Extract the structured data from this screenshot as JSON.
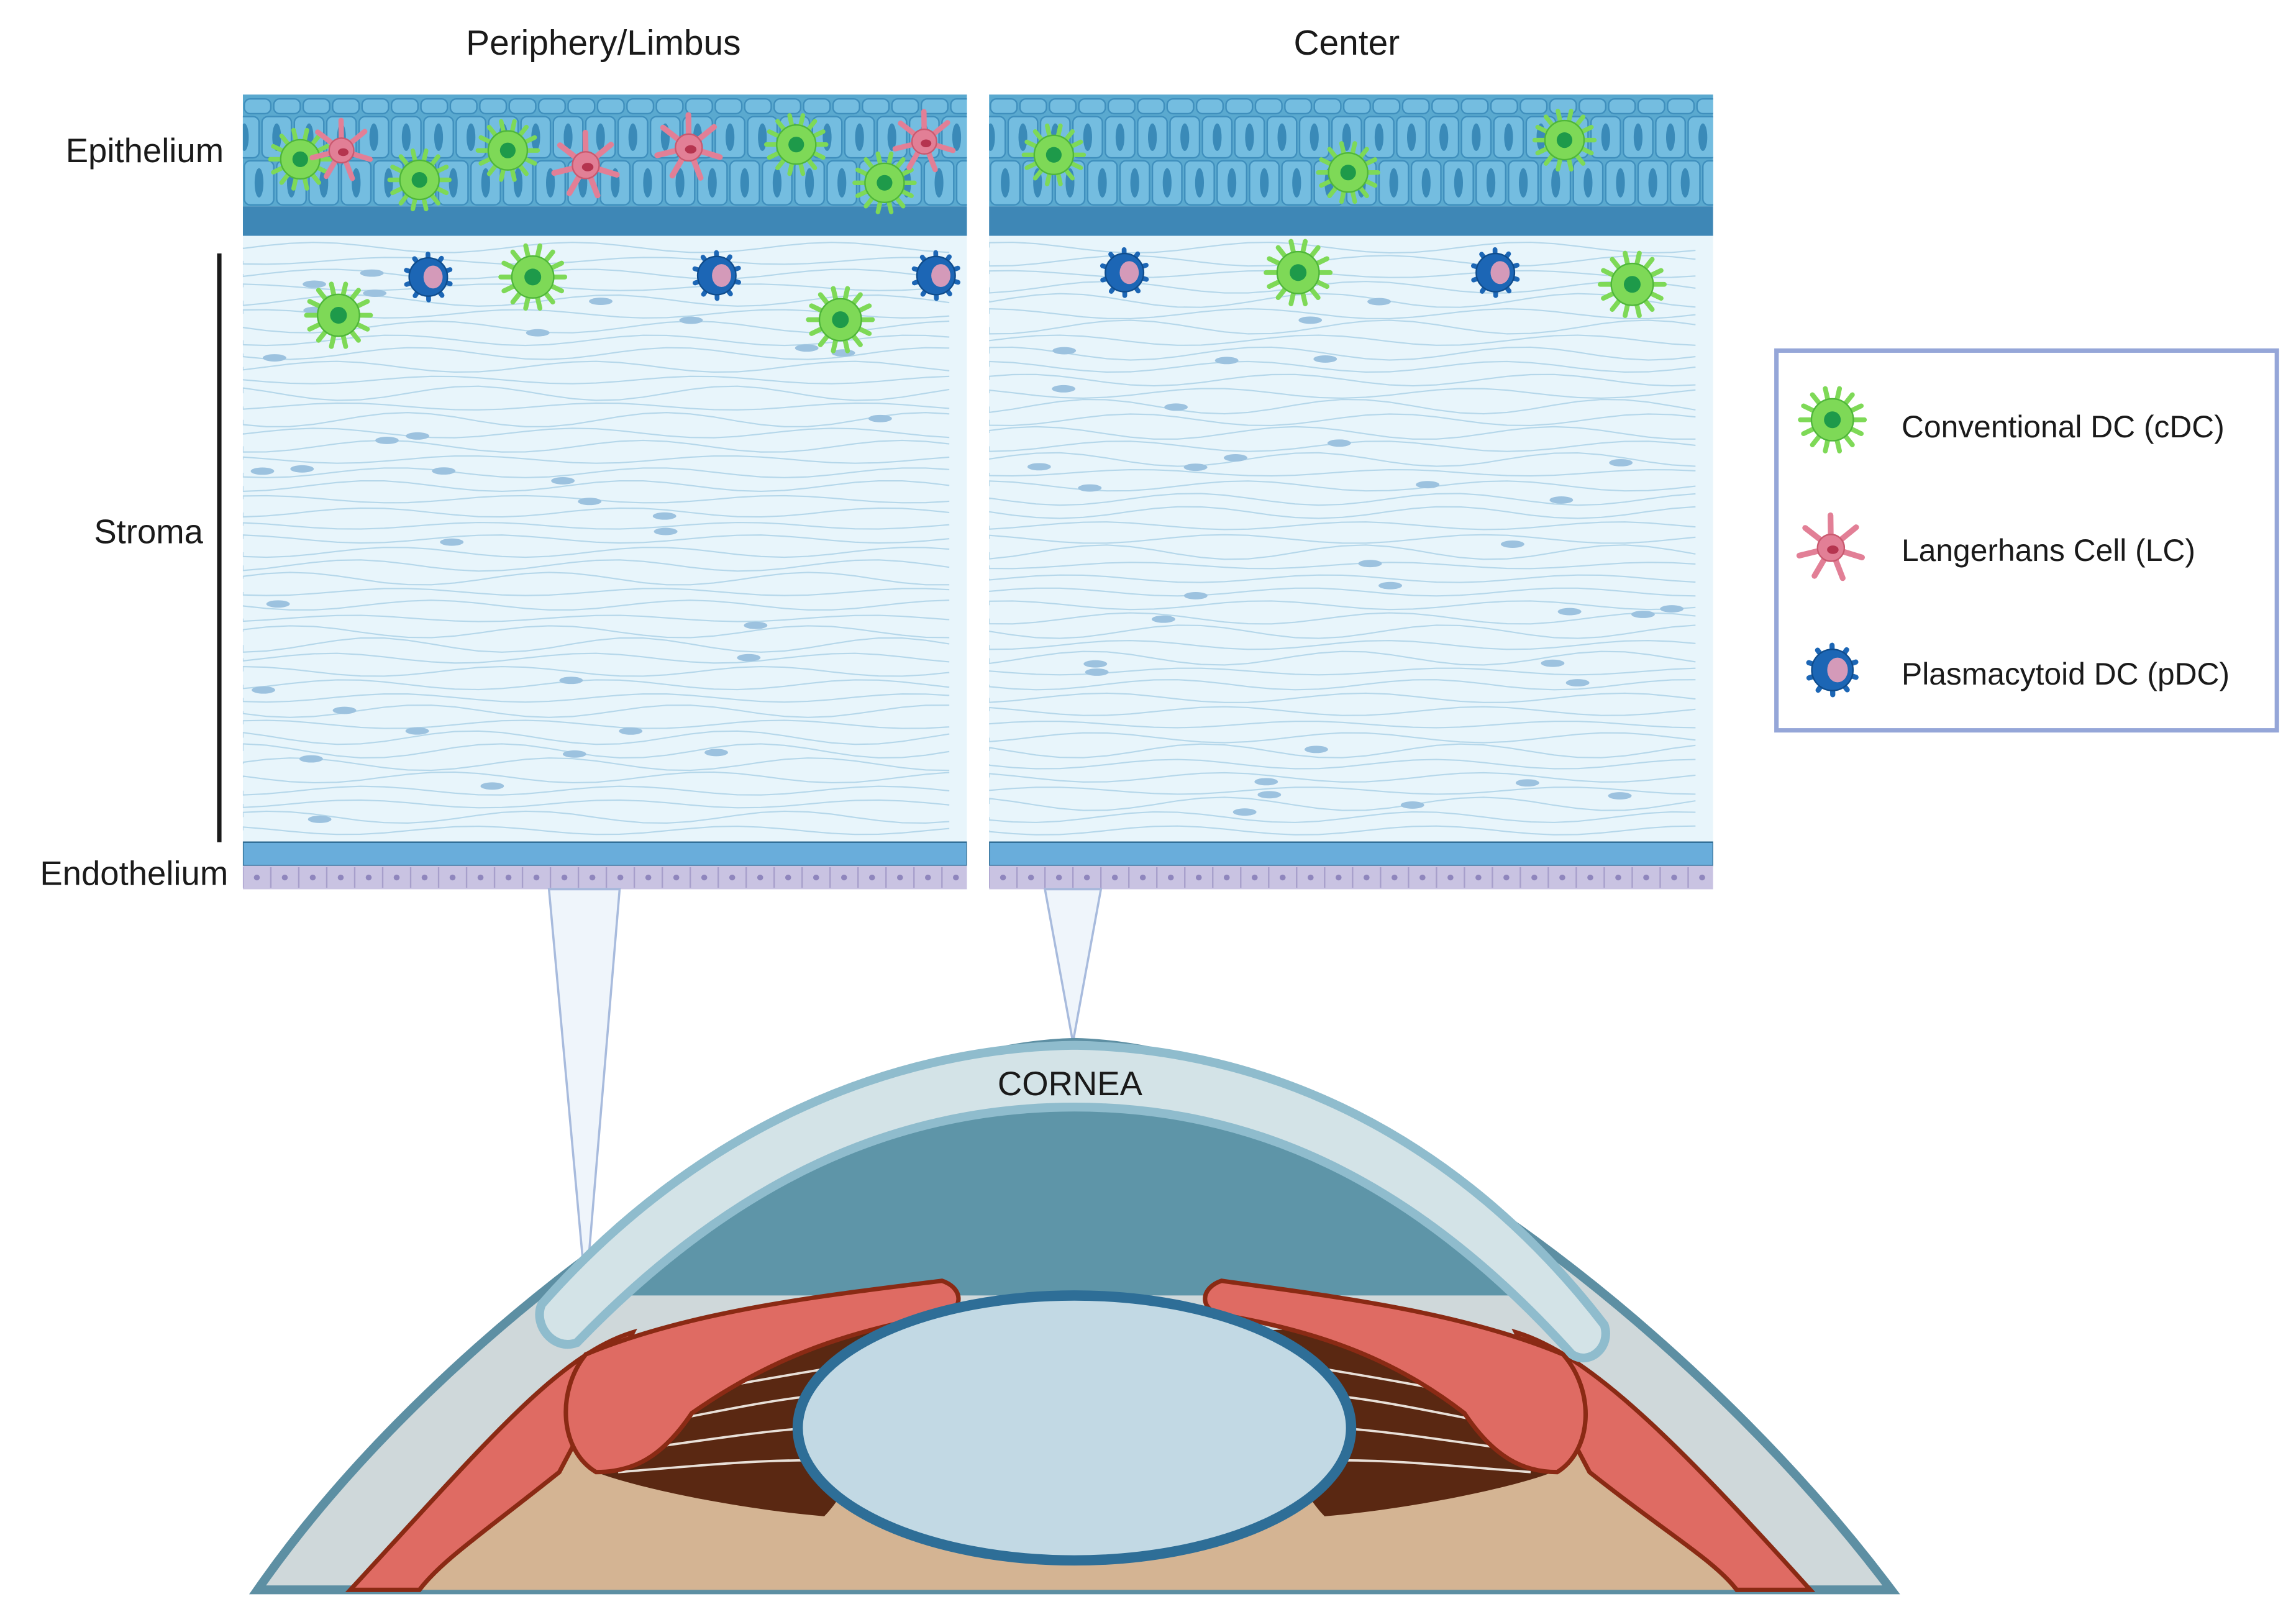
{
  "headers": {
    "left": "Periphery/Limbus",
    "right": "Center"
  },
  "layers": {
    "epithelium": "Epithelium",
    "stroma": "Stroma",
    "endothelium": "Endothelium"
  },
  "eye": {
    "cornea_label": "CORNEA"
  },
  "legend": {
    "items": [
      {
        "label": "Conventional DC (cDC)",
        "icon": "conventional-dc-icon"
      },
      {
        "label": "Langerhans Cell (LC)",
        "icon": "langerhans-cell-icon"
      },
      {
        "label": "Plasmacytoid DC (pDC)",
        "icon": "plasmacytoid-dc-icon"
      }
    ]
  },
  "colors": {
    "epithelium": "#5aa9cf",
    "epithelium_cell": "#74bde0",
    "epithelium_nucleus": "#3a8ab8",
    "basement": "#3e87b6",
    "stroma": "#e8f5fb",
    "stroma_fiber": "#a8cfe6",
    "keratocyte": "#9cc2df",
    "descemet": "#69addb",
    "endothelium": "#c9c3e2",
    "cdc": "#7ed957",
    "cdc_nucleus": "#1e9a4a",
    "lc": "#e27f96",
    "lc_nucleus": "#b5344f",
    "pdc": "#1c66b5",
    "pdc_nucleus": "#d49ab9",
    "legend_border": "#95a6d8",
    "cornea": "#d3e3e7",
    "cornea_edge": "#8fbccd",
    "anterior_chamber": "#5e95a8",
    "iris": "#df6b63",
    "ciliary": "#5a2812",
    "lens": "#c2d9e4",
    "lens_edge": "#2e6e97",
    "vitreous": "#d4b493",
    "sclera": "#cfd8da"
  }
}
